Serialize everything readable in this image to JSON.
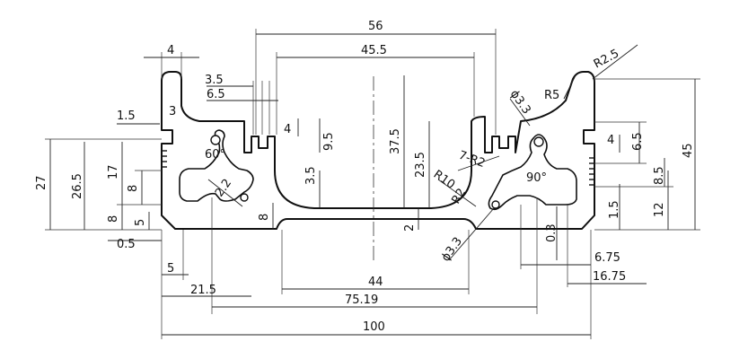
{
  "drawing": {
    "labels": {
      "d56": "56",
      "d45_5": "45.5",
      "d4_top": "4",
      "d3_5_top": "3.5",
      "d6_5_top": "6.5",
      "d1_5_left": "1.5",
      "d3_left": "3",
      "d4_slot": "4",
      "d9_5": "9.5",
      "d3_5_mid": "3.5",
      "d37_5": "37.5",
      "d23_5": "23.5",
      "d27": "27",
      "d26_5": "26.5",
      "d17": "17",
      "d8_left": "8",
      "d8_low": "8",
      "d5_left": "5",
      "d60": "60°",
      "d2_2": "2.2",
      "d8_center": "8",
      "d2_center": "2",
      "dR2_5": "R2.5",
      "dR5": "R5",
      "dPhi3_3_top": "ϕ3.3",
      "dR10": "R10",
      "d7R2": "7-R2",
      "dR2": "R2",
      "d90": "90°",
      "dPhi3_3_bot": "ϕ3.3",
      "d4_right": "4",
      "d6_5_right": "6.5",
      "d8_5": "8.5",
      "d1_5_right": "1.5",
      "d12": "12",
      "d45": "45",
      "d0_3": "0.3",
      "d0_5": "0.5",
      "d5_bottom": "5",
      "d21_5": "21.5",
      "d44": "44",
      "d75_19": "75.19",
      "d6_75": "6.75",
      "d16_75": "16.75",
      "d100": "100"
    }
  }
}
